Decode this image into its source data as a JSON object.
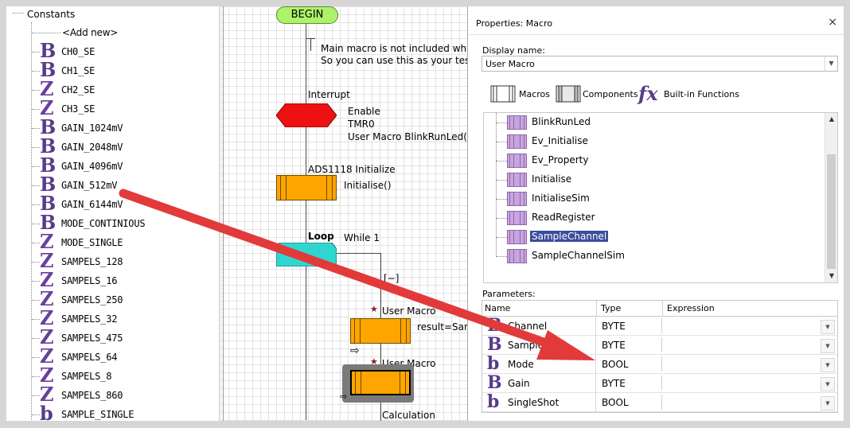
{
  "tree": {
    "root_label": "Constants",
    "add_new": "<Add new>",
    "items": [
      {
        "icon": "B",
        "label": "CH0_SE"
      },
      {
        "icon": "B",
        "label": "CH1_SE"
      },
      {
        "icon": "Z",
        "label": "CH2_SE"
      },
      {
        "icon": "Z",
        "label": "CH3_SE"
      },
      {
        "icon": "B",
        "label": "GAIN_1024mV"
      },
      {
        "icon": "B",
        "label": "GAIN_2048mV"
      },
      {
        "icon": "B",
        "label": "GAIN_4096mV"
      },
      {
        "icon": "B",
        "label": "GAIN_512mV"
      },
      {
        "icon": "B",
        "label": "GAIN_6144mV"
      },
      {
        "icon": "B",
        "label": "MODE_CONTINIOUS"
      },
      {
        "icon": "Z",
        "label": "MODE_SINGLE"
      },
      {
        "icon": "Z",
        "label": "SAMPELS_128"
      },
      {
        "icon": "Z",
        "label": "SAMPELS_16"
      },
      {
        "icon": "Z",
        "label": "SAMPELS_250"
      },
      {
        "icon": "Z",
        "label": "SAMPELS_32"
      },
      {
        "icon": "Z",
        "label": "SAMPELS_475"
      },
      {
        "icon": "Z",
        "label": "SAMPELS_64"
      },
      {
        "icon": "Z",
        "label": "SAMPELS_8"
      },
      {
        "icon": "Z",
        "label": "SAMPELS_860"
      },
      {
        "icon": "b",
        "label": "SAMPLE_SINGLE"
      }
    ]
  },
  "canvas": {
    "begin": "BEGIN",
    "comment_line1": "Main macro is not included whe",
    "comment_line2": "So you can use this as your test",
    "interrupt_label": "Interrupt",
    "interrupt_text1": "Enable",
    "interrupt_text2": "TMR0",
    "interrupt_text3": "User Macro BlinkRunLed()",
    "ads_label": "ADS1118 Initialize",
    "ads_call": "Initialise()",
    "loop_label": "Loop",
    "loop_cond": "While 1",
    "collapse": "[−]",
    "user_macro1": "User Macro",
    "user_macro1_call": "result=San",
    "user_macro2": "User Macro",
    "calculation": "Calculation"
  },
  "props": {
    "title": "Properties: Macro",
    "close": "×",
    "display_name_label": "Display name:",
    "display_name_value": "User Macro",
    "tabs": {
      "macros": "Macros",
      "components": "Components",
      "builtin": "Built-in Functions"
    },
    "macros": [
      {
        "label": "BlinkRunLed",
        "selected": false
      },
      {
        "label": "Ev_Initialise",
        "selected": false
      },
      {
        "label": "Ev_Property",
        "selected": false
      },
      {
        "label": "Initialise",
        "selected": false
      },
      {
        "label": "InitialiseSim",
        "selected": false
      },
      {
        "label": "ReadRegister",
        "selected": false
      },
      {
        "label": "SampleChannel",
        "selected": true
      },
      {
        "label": "SampleChannelSim",
        "selected": false
      }
    ],
    "parameters_label": "Parameters:",
    "columns": {
      "name": "Name",
      "type": "Type",
      "expression": "Expression"
    },
    "params": [
      {
        "icon": "B",
        "name": "Channel",
        "type": "BYTE"
      },
      {
        "icon": "B",
        "name": "SampleRate",
        "type": "BYTE"
      },
      {
        "icon": "b",
        "name": "Mode",
        "type": "BOOL"
      },
      {
        "icon": "B",
        "name": "Gain",
        "type": "BYTE"
      },
      {
        "icon": "b",
        "name": "SingleShot",
        "type": "BOOL"
      }
    ]
  },
  "colors": {
    "annotation_arrow": "#e23a3a",
    "begin": "#aef26a",
    "interrupt": "#ee1111",
    "macro_box": "#ffa500",
    "loop": "#2fd6cf",
    "selection": "#3b4d9c",
    "type_icon": "#5a3a8a"
  }
}
